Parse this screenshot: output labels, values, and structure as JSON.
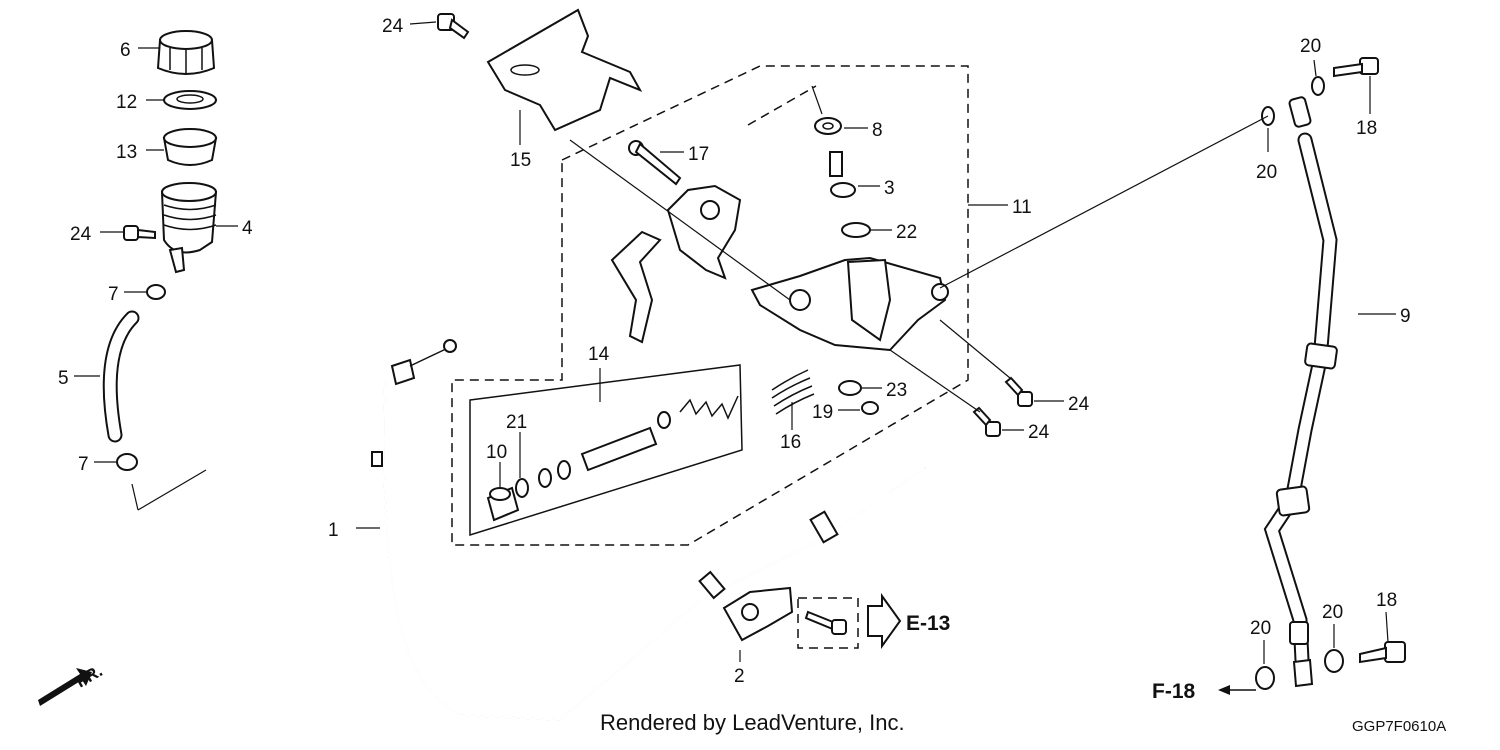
{
  "callouts": {
    "c1": "1",
    "c2": "2",
    "c3": "3",
    "c4": "4",
    "c5": "5",
    "c6": "6",
    "c7a": "7",
    "c7b": "7",
    "c8": "8",
    "c9": "9",
    "c10": "10",
    "c11": "11",
    "c12": "12",
    "c13": "13",
    "c14": "14",
    "c15": "15",
    "c16": "16",
    "c17": "17",
    "c18a": "18",
    "c18b": "18",
    "c19": "19",
    "c20a": "20",
    "c20b": "20",
    "c20c": "20",
    "c20d": "20",
    "c21": "21",
    "c22": "22",
    "c23": "23",
    "c24a": "24",
    "c24b": "24",
    "c24c": "24",
    "c24d": "24"
  },
  "references": {
    "e13": "E-13",
    "f18": "F-18",
    "front": "FR."
  },
  "footer": {
    "credit": "Rendered by LeadVenture, Inc.",
    "code": "GGP7F0610A"
  }
}
